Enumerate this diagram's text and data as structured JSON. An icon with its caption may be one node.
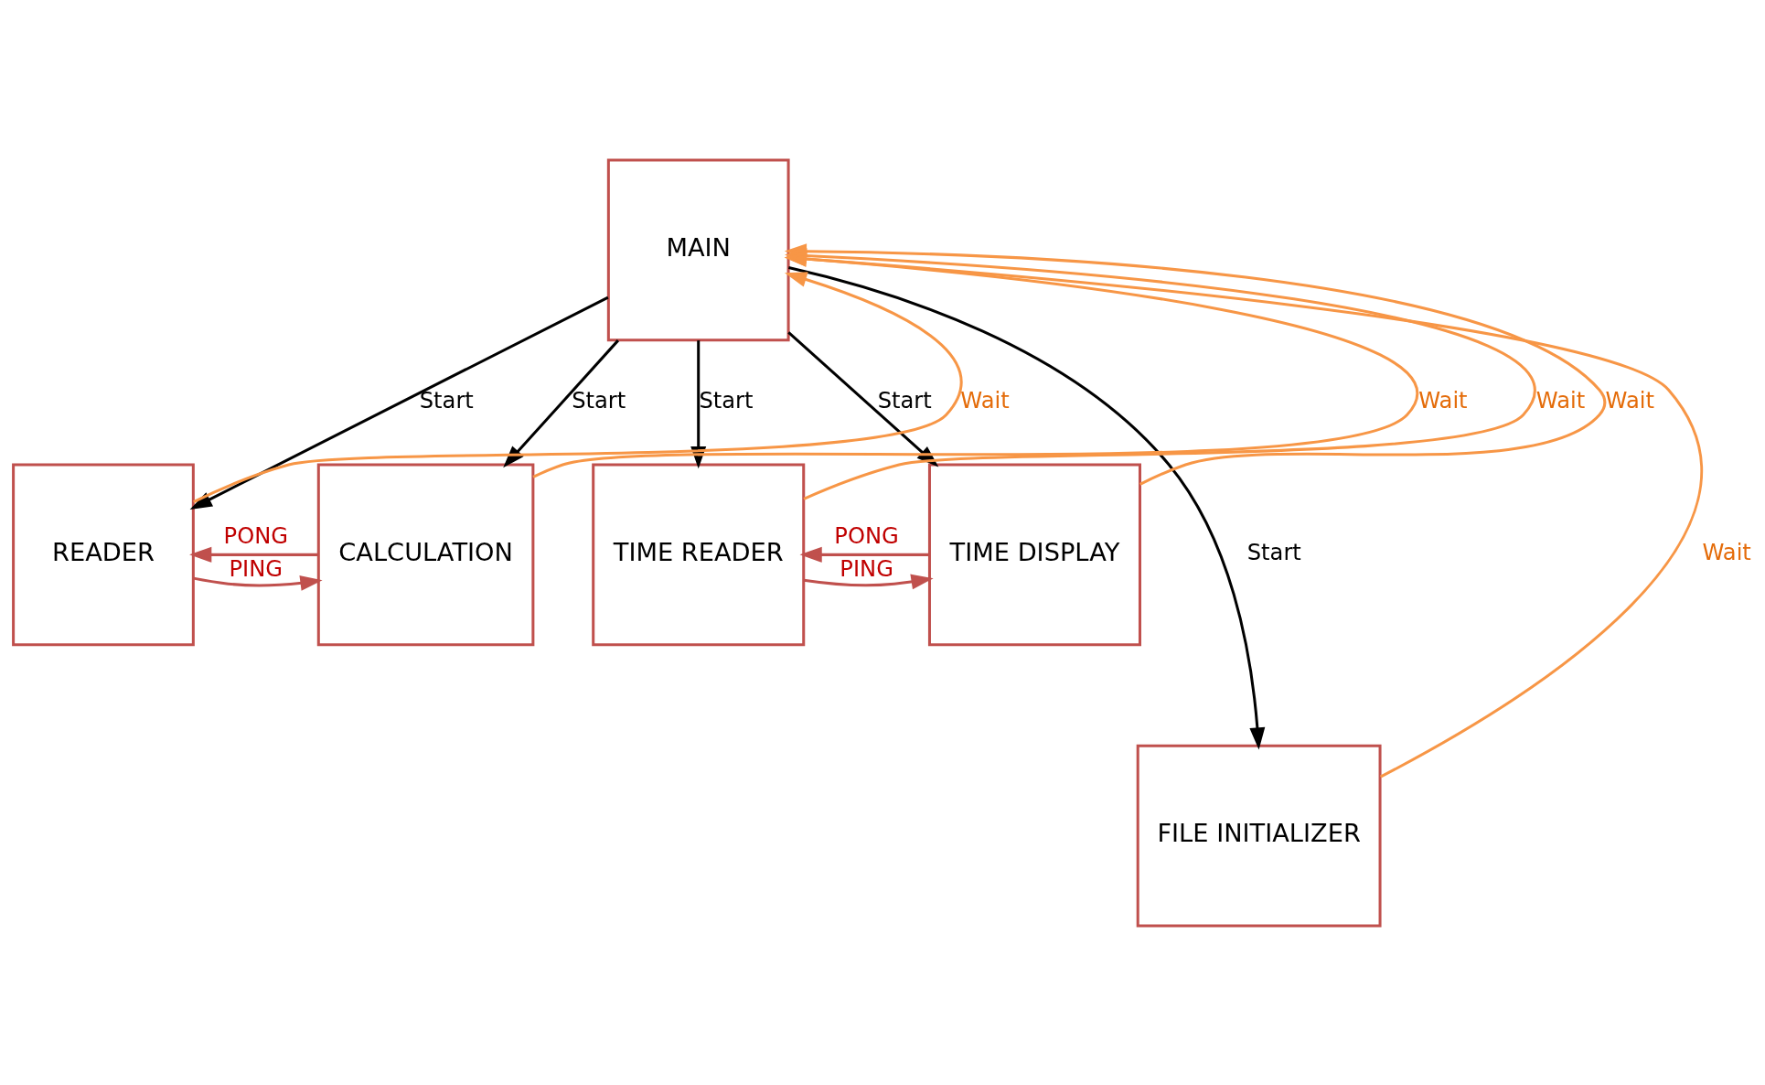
{
  "diagram": {
    "nodes": [
      {
        "text": [
          "MAIN"
        ]
      },
      {
        "text": [
          "READER"
        ]
      },
      {
        "text": [
          "CALCULATION"
        ]
      },
      {
        "text": [
          "TIME READER"
        ]
      },
      {
        "text": [
          "TIME DISPLAY"
        ]
      },
      {
        "text": [
          "FILE INITIALIZER"
        ]
      }
    ],
    "edges": [
      {
        "from": 0,
        "to": 1,
        "arrow": "to",
        "label": "Start"
      },
      {
        "from": 0,
        "to": 2,
        "arrow": "to",
        "label": "Start"
      },
      {
        "from": 0,
        "to": 3,
        "arrow": "to",
        "label": "Start"
      },
      {
        "from": 0,
        "to": 4,
        "arrow": "to",
        "label": "Start"
      },
      {
        "from": 0,
        "to": 5,
        "arrow": "to",
        "label": "Start"
      },
      {
        "from": 1,
        "to": 0,
        "arrow": "to",
        "label": "Wait",
        "color": "#f79646"
      },
      {
        "from": 5,
        "to": 0,
        "arrow": "to",
        "label": "Wait",
        "color": "#f79646"
      },
      {
        "from": 2,
        "to": 0,
        "arrow": "to",
        "label": "Wait",
        "color": "#f79646"
      },
      {
        "from": 3,
        "to": 0,
        "arrow": "to",
        "label": "Wait",
        "color": "#f79646"
      },
      {
        "from": 4,
        "to": 0,
        "arrow": "to",
        "label": "Wait",
        "color": "#f79646"
      },
      {
        "from": 1,
        "to": 2,
        "arrow": "to",
        "label": "PING",
        "color": "#c0504d"
      },
      {
        "from": 2,
        "to": 1,
        "arrow": "to",
        "label": "PONG",
        "color": "#c0504d"
      },
      {
        "from": 3,
        "to": 4,
        "arrow": "to",
        "label": "PING",
        "color": "#c0504d"
      },
      {
        "from": 4,
        "to": 3,
        "arrow": "to",
        "label": "PONG",
        "color": "#c0504d"
      }
    ]
  }
}
